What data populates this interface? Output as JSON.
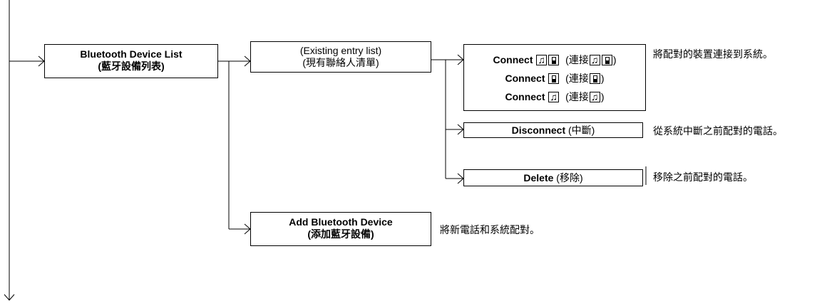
{
  "boxes": {
    "device_list": {
      "line1": "Bluetooth Device List",
      "line2": "(藍牙設備列表)"
    },
    "existing_entry": {
      "line1": "(Existing entry list)",
      "line2": "(現有聯絡人清單)"
    },
    "connect": {
      "word": "Connect",
      "open": "(連接",
      "close": ")",
      "icons_row1": [
        "music-icon",
        "phone-icon"
      ],
      "icons_row2": [
        "phone-icon"
      ],
      "icons_row3": [
        "music-icon"
      ]
    },
    "disconnect": {
      "label": "Disconnect",
      "suffix": "(中斷)"
    },
    "delete": {
      "label": "Delete",
      "suffix": "(移除)"
    },
    "add_device": {
      "line1": "Add Bluetooth Device",
      "line2": "(添加藍牙設備)"
    }
  },
  "descriptions": {
    "connect": "將配對的裝置連接到系統。",
    "disconnect": "從系統中斷之前配對的電話。",
    "delete": "移除之前配對的電話。",
    "add_device": "將新電話和系統配對。"
  }
}
